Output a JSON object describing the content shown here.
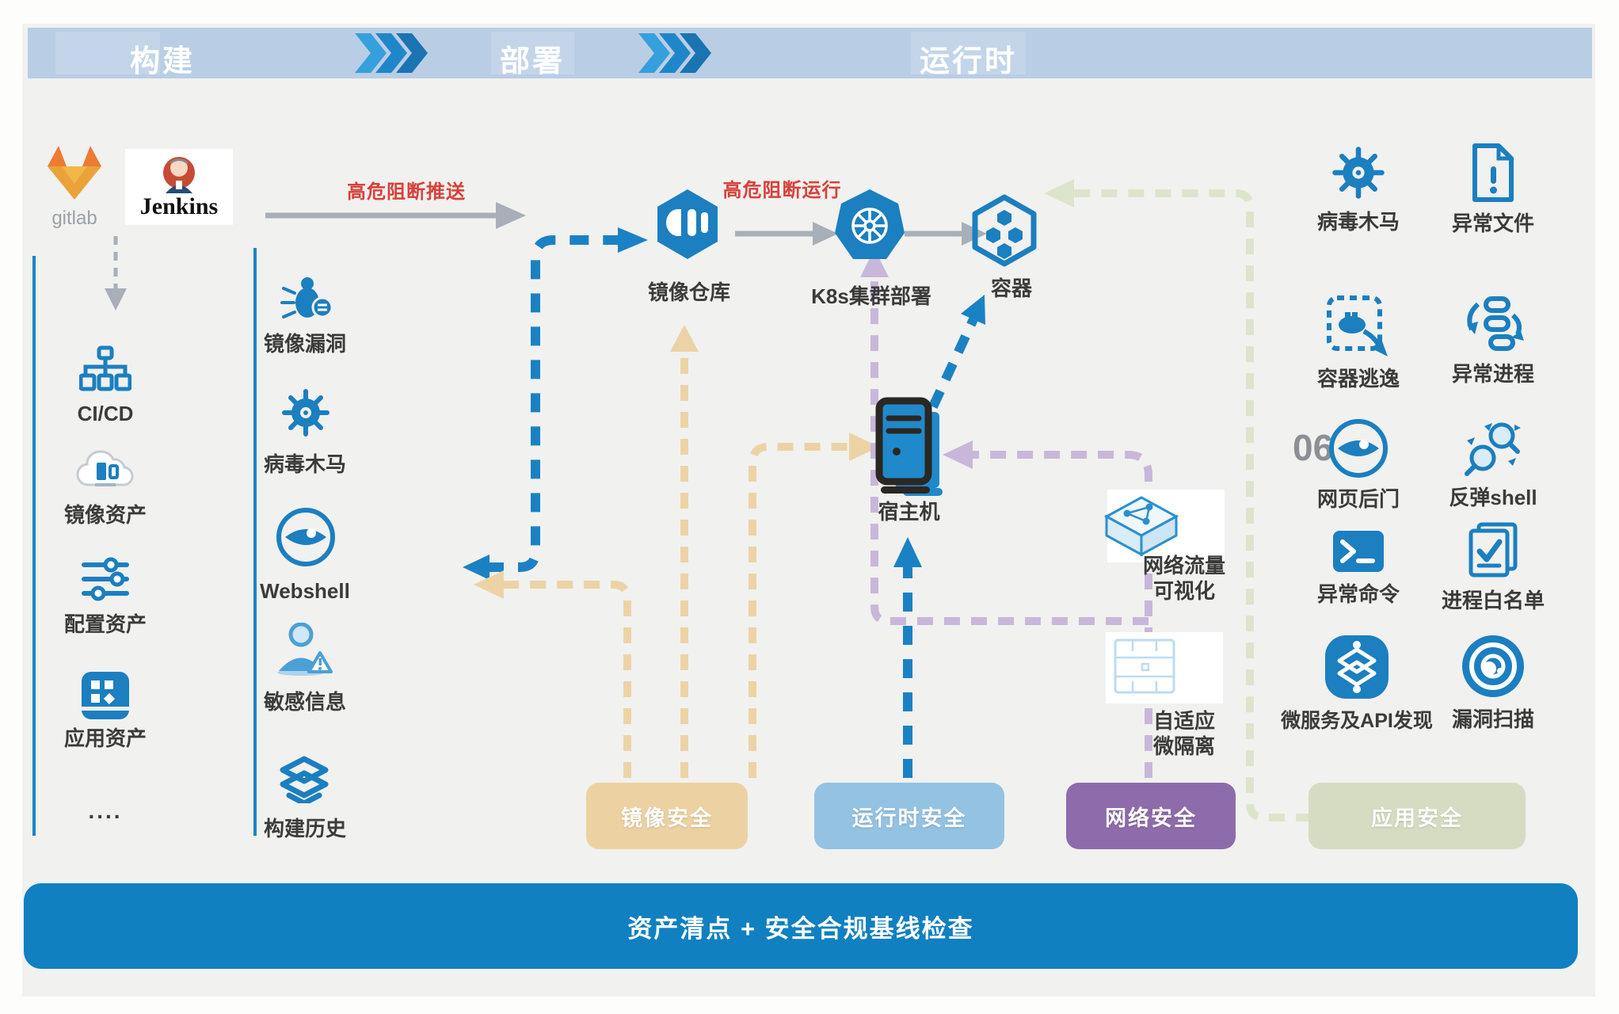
{
  "header": {
    "stage_build": "构建",
    "stage_deploy": "部署",
    "stage_runtime": "运行时"
  },
  "tools": {
    "gitlab": "gitlab",
    "jenkins": "Jenkins"
  },
  "annotations": {
    "block_push": "高危阻断推送",
    "block_run": "高危阻断运行",
    "more_dots": "....",
    "watermark": "06"
  },
  "nodes": {
    "registry": "镜像仓库",
    "k8s": "K8s集群部署",
    "container": "容器",
    "host": "宿主机"
  },
  "assets": {
    "items": [
      {
        "label": "CI/CD",
        "icon": "cicd-icon"
      },
      {
        "label": "镜像资产",
        "icon": "cloud-image-icon"
      },
      {
        "label": "配置资产",
        "icon": "config-sliders-icon"
      },
      {
        "label": "应用资产",
        "icon": "app-grid-icon"
      }
    ]
  },
  "build_checks": {
    "items": [
      {
        "label": "镜像漏洞",
        "icon": "bug-icon"
      },
      {
        "label": "病毒木马",
        "icon": "virus-icon"
      },
      {
        "label": "Webshell",
        "icon": "eye-icon"
      },
      {
        "label": "敏感信息",
        "icon": "person-warning-icon"
      },
      {
        "label": "构建历史",
        "icon": "layers-icon"
      }
    ]
  },
  "network": {
    "traffic_line1": "网络流量",
    "traffic_line2": "可视化",
    "microseg_line1": "自适应",
    "microseg_line2": "微隔离"
  },
  "runtime_checks": {
    "items": [
      {
        "label": "病毒木马",
        "icon": "virus-icon"
      },
      {
        "label": "异常文件",
        "icon": "doc-alert-icon"
      },
      {
        "label": "容器逃逸",
        "icon": "container-escape-icon"
      },
      {
        "label": "异常进程",
        "icon": "process-icon"
      },
      {
        "label": "网页后门",
        "icon": "eye-icon"
      },
      {
        "label": "反弹shell",
        "icon": "magnifier-icon"
      },
      {
        "label": "异常命令",
        "icon": "terminal-icon"
      },
      {
        "label": "进程白名单",
        "icon": "whitelist-icon"
      },
      {
        "label": "微服务及API发现",
        "icon": "mesh-icon"
      },
      {
        "label": "漏洞扫描",
        "icon": "scan-icon"
      }
    ]
  },
  "security_layers": {
    "image": {
      "label": "镜像安全",
      "color": "#ecd2a2"
    },
    "runtime": {
      "label": "运行时安全",
      "color": "#94c2e2"
    },
    "network": {
      "label": "网络安全",
      "color": "#8e6cab"
    },
    "application": {
      "label": "应用安全",
      "color": "#d6dcc2"
    }
  },
  "footer": {
    "label": "资产清点 + 安全合规基线检查",
    "color": "#1080c1"
  },
  "colors": {
    "accent_blue": "#1b7fc0",
    "alert_red": "#d9403a",
    "header_bg": "#b9cde5",
    "tan_arrow": "#ecd3a6",
    "purple_arrow": "#c9b7da",
    "green_arrow": "#dde4cc",
    "blue_arrow": "#1a82c4",
    "gray_arrow": "#a8afb8"
  }
}
